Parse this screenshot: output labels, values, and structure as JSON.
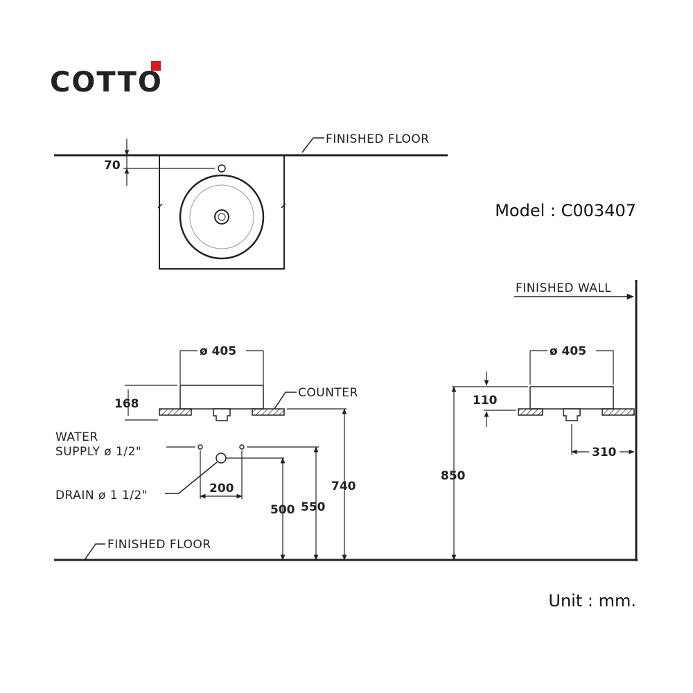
{
  "brand": {
    "name": "COTTO",
    "accent_color": "#d71920"
  },
  "model": "Model : C003407",
  "unit": "Unit : mm.",
  "plan_view": {
    "floor_label": "FINISHED FLOOR",
    "dim_70": "70"
  },
  "front_view": {
    "diameter": "ø 405",
    "dim_168": "168",
    "counter_label": "COUNTER",
    "water_supply_line1": "WATER",
    "water_supply_line2": "SUPPLY ø 1/2\"",
    "drain_label": "DRAIN ø 1 1/2\"",
    "dim_200": "200",
    "dim_500": "500",
    "dim_550": "550",
    "dim_740": "740",
    "floor_label": "FINISHED FLOOR"
  },
  "side_view": {
    "wall_label": "FINISHED WALL",
    "diameter": "ø 405",
    "dim_110": "110",
    "dim_310": "310",
    "dim_850": "850"
  }
}
